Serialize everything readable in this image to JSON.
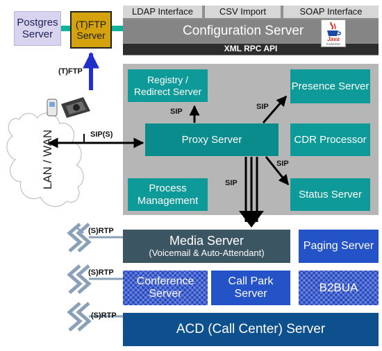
{
  "servers": {
    "postgres": "Postgres Server",
    "tftp": "(T)FTP Server",
    "config": "Configuration Server",
    "ldap": "LDAP Interface",
    "csv": "CSV Import",
    "soap": "SOAP Interface",
    "xmlrpc": "XML RPC API",
    "java_logo": "Java",
    "java_powered": "POWERED",
    "registry": "Registry / Redirect Server",
    "presence": "Presence Server",
    "proxy": "Proxy Server",
    "cdr": "CDR Processor",
    "process": "Process Management",
    "status": "Status Server",
    "media_title": "Media Server",
    "media_sub": "(Voicemail & Auto-Attendant)",
    "paging": "Paging Server",
    "conference": "Conference Server",
    "callpark": "Call Park Server",
    "b2bua": "B2BUA",
    "acd": "ACD (Call Center) Server"
  },
  "network": "LAN / WAN",
  "labels": {
    "tftp_arrow": "(T)FTP",
    "sips": "SIP(S)",
    "sip_registry": "SIP",
    "sip_presence": "SIP",
    "sip_status": "SIP",
    "sip_media": "SIP",
    "rtp1": "(S)RTP",
    "rtp2": "(S)RTP",
    "rtp3": "(S)RTP"
  },
  "colors": {
    "teal": "#0f9a9a",
    "gray_panel": "#b6b6b6",
    "slate": "#3c5563",
    "blue": "#2453c7",
    "gold": "#d4a20c",
    "lavender": "#d8d3ee"
  }
}
